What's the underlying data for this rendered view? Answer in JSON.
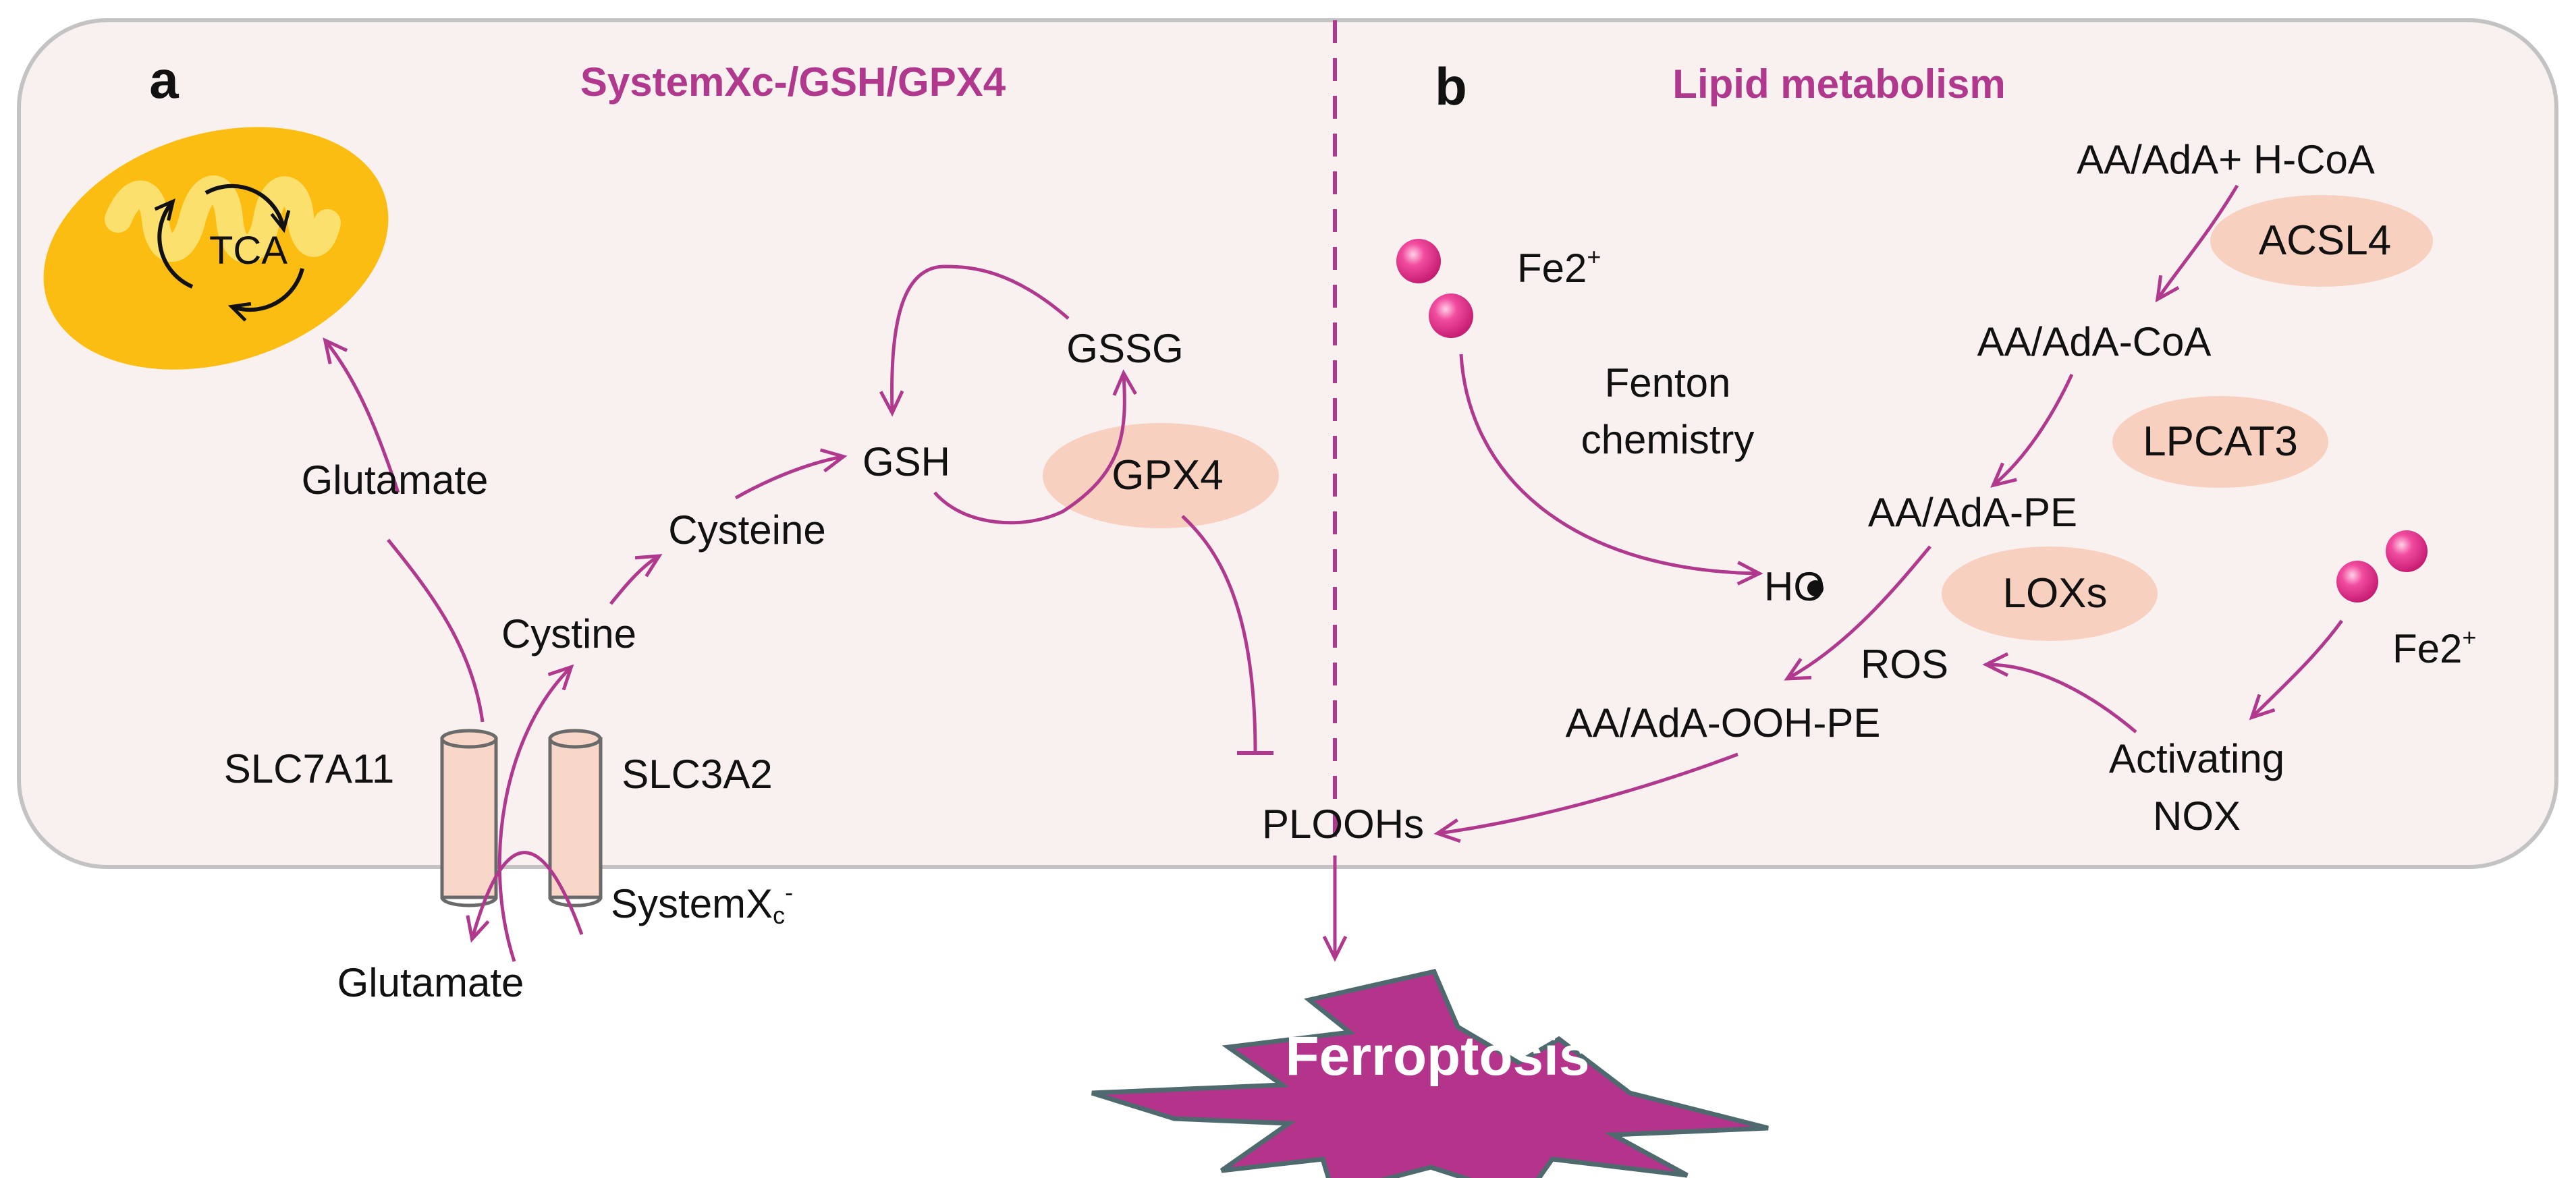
{
  "panels": {
    "a": {
      "letter": "a",
      "title": "SystemXc-/GSH/GPX4"
    },
    "b": {
      "letter": "b",
      "title": "Lipid metabolism"
    }
  },
  "labels": {
    "tca": "TCA",
    "glutamate_top": "Glutamate",
    "glutamate_bottom": "Glutamate",
    "cystine": "Cystine",
    "cysteine": "Cysteine",
    "gsh": "GSH",
    "gssg": "GSSG",
    "gpx4": "GPX4",
    "slc7a11": "SLC7A11",
    "slc3a2": "SLC3A2",
    "systemxc": {
      "base": "SystemX",
      "sub": "c",
      "sup": "-"
    },
    "plooh": "PLOOHs",
    "ferroptosis": "Ferroptosis",
    "fe2_left": {
      "base": "Fe2",
      "sup": "+"
    },
    "fe2_right": {
      "base": "Fe2",
      "sup": "+"
    },
    "fenton_line1": "Fenton",
    "fenton_line2": "chemistry",
    "ho": "HO",
    "aa_hcoa": "AA/AdA+ H-CoA",
    "acsl4": "ACSL4",
    "aa_coa": "AA/AdA-CoA",
    "lpcat3": "LPCAT3",
    "aa_pe": "AA/AdA-PE",
    "loxs": "LOXs",
    "ros": "ROS",
    "aa_ooh_pe": "AA/AdA-OOH-PE",
    "activating": "Activating",
    "nox": "NOX"
  },
  "colors": {
    "arrow": "#b0398d",
    "panel_fill": "#f9f0f0",
    "panel_border": "#c3c3c3",
    "enzyme_fill": "#f8d0c0",
    "mito_fill": "#fcbd12",
    "mito_cristae": "#fce06e",
    "transporter_fill": "#f8d6c8",
    "iron_ball": "#ec2f8e",
    "ferroptosis_fill": "#b4348c",
    "ferroptosis_stroke": "#4f6a6e"
  }
}
